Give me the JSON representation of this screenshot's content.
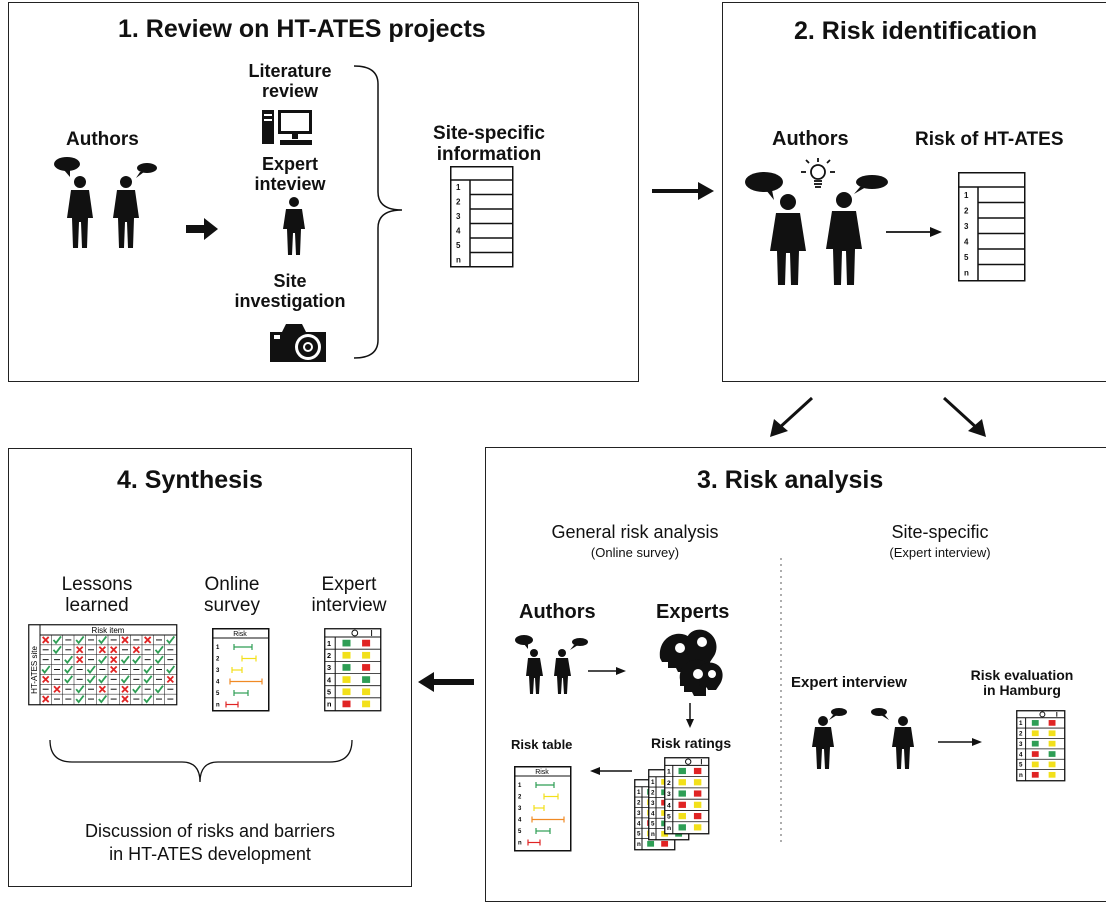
{
  "panel1": {
    "title": "1. Review on HT-ATES projects",
    "authors": "Authors",
    "literature_review": [
      "Literature",
      "review"
    ],
    "expert_interview": [
      "Expert",
      "inteview"
    ],
    "site_investigation": [
      "Site",
      "investigation"
    ],
    "site_specific_info": [
      "Site-specific",
      "information"
    ],
    "table_rows": [
      "1",
      "2",
      "3",
      "4",
      "5",
      "n"
    ]
  },
  "panel2": {
    "title": "2. Risk identification",
    "authors": "Authors",
    "risk_of_htates": "Risk of HT-ATES",
    "table_rows": [
      "1",
      "2",
      "3",
      "4",
      "5",
      "n"
    ]
  },
  "panel3": {
    "title": "3. Risk analysis",
    "general_heading": "General risk analysis",
    "general_sub": "(Online survey)",
    "site_heading": "Site-specific",
    "site_sub": "(Expert interview)",
    "authors": "Authors",
    "experts": "Experts",
    "risk_ratings": "Risk ratings",
    "risk_table": "Risk table",
    "risk_header": "Risk",
    "expert_interview": "Expert interview",
    "risk_evaluation": [
      "Risk evaluation",
      "in Hamburg"
    ],
    "table_rows": [
      "1",
      "2",
      "3",
      "4",
      "5",
      "n"
    ]
  },
  "panel4": {
    "title": "4. Synthesis",
    "lessons_learned": [
      "Lessons",
      "learned"
    ],
    "online_survey": [
      "Online",
      "survey"
    ],
    "expert_interview": [
      "Expert",
      "interview"
    ],
    "risk_item": "Risk item",
    "htates_site": "HT-ATES site",
    "risk_header": "Risk",
    "table_rows": [
      "1",
      "2",
      "3",
      "4",
      "5",
      "n"
    ],
    "discussion": [
      "Discussion of risks and barriers",
      "in HT-ATES development"
    ]
  },
  "colors": {
    "green": "#2e9e55",
    "yellow": "#f2e01a",
    "red": "#e02424",
    "orange": "#f08a24",
    "stroke": "#111111"
  }
}
